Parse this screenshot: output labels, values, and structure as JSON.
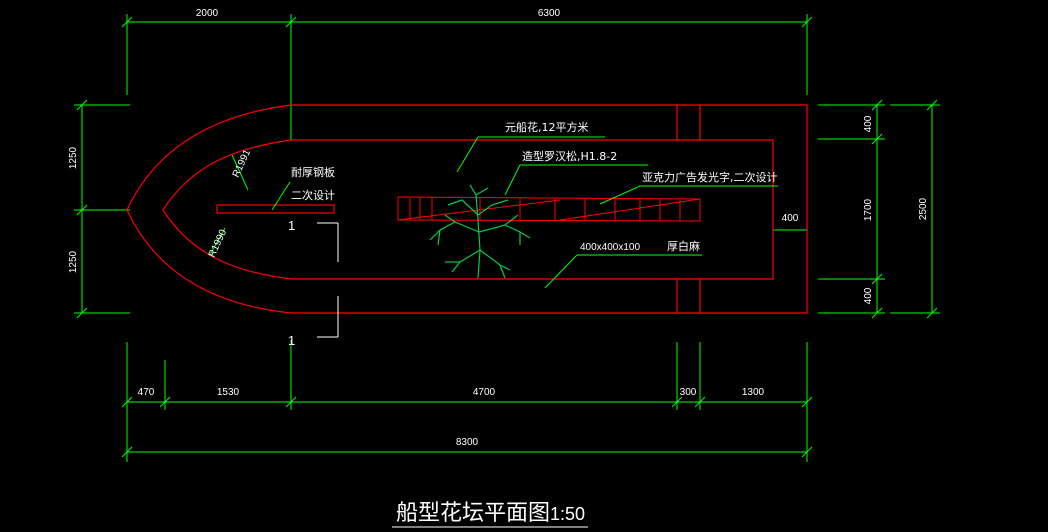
{
  "title": "船型花坛平面图",
  "scale": "1:50",
  "dimensions": {
    "top": [
      "2000",
      "6300"
    ],
    "bottom": [
      "470",
      "1530",
      "4700",
      "300",
      "1300"
    ],
    "overall": "8300",
    "left": [
      "1250",
      "1250"
    ],
    "right_inner": [
      "400",
      "1700",
      "400"
    ],
    "right_outer": "2500",
    "right_side": "400"
  },
  "annotations": {
    "radius_top": "R1991",
    "radius_bottom": "R1990",
    "steel_plate": "耐厚钢板",
    "steel_plate_note": "二次设计",
    "flower": "元船花,12平方米",
    "tree": "造型罗汉松,H1.8-2",
    "acrylic": "亚克力广告发光字,二次设计",
    "paving_size": "400x400x100",
    "paving_material": "厚白麻"
  },
  "section_mark": "1",
  "colors": {
    "background": "#000000",
    "dimension": "#00ff00",
    "outline": "#ff0000",
    "text": "#ffffff",
    "tree": "#00cc44"
  }
}
